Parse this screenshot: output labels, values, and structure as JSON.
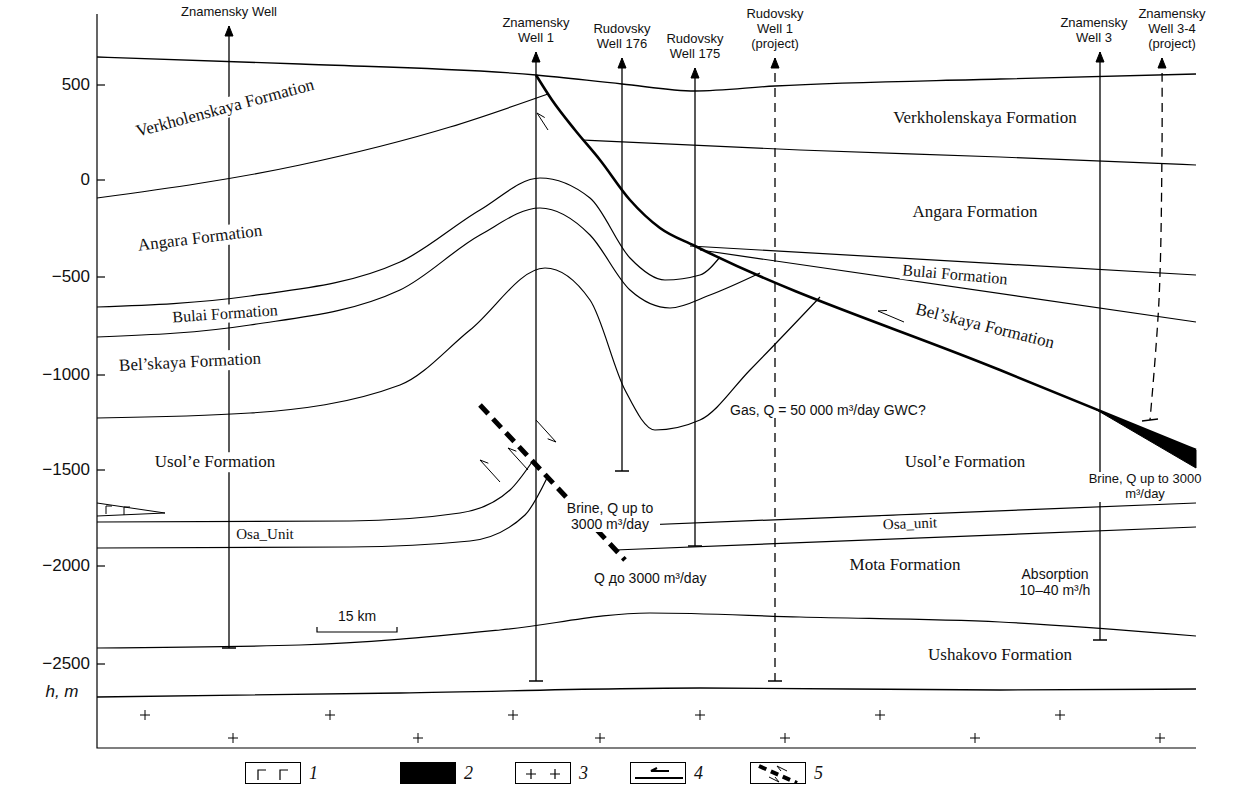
{
  "diagram": {
    "labels": [
      "Znamensky Well",
      "Znamensky Well 1",
      "Rudovsky Well 176",
      "Rudovsky Well 175",
      "Rudovsky Well 1 (project)",
      "Znamensky Well 3",
      "Znamensky Well 3-4 (project)",
      "500",
      "0",
      "−500",
      "−1000",
      "−1500",
      "−2000",
      "−2500",
      "h, m",
      "Verkholenskaya Formation",
      "Verkholenskaya Formation",
      "Angara Formation",
      "Angara Formation",
      "Bulai Formation",
      "Bulai Formation",
      "Bel’skaya Formation",
      "Bel’skaya Formation",
      "Usol’e Formation",
      "Usol’e Formation",
      "Osa_Unit",
      "Osa_unit",
      "Mota Formation",
      "Ushakovo Formation",
      "Gas, Q = 50 000 m³/day GWC?",
      "Brine, Q up to 3000 m³/day",
      "Brine, Q up to 3000 m³/day",
      "Q до 3000 m³/day",
      "Absorption 10–40 m³/h",
      "15 km"
    ],
    "legend": [
      {
        "text": "1"
      },
      {
        "text": "2",
        "color": "#000000"
      },
      {
        "text": "3"
      },
      {
        "text": "4"
      },
      {
        "text": "5"
      }
    ]
  }
}
